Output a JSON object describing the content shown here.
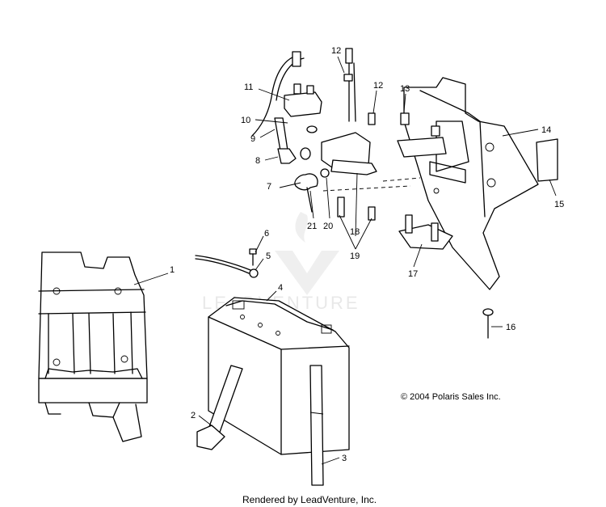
{
  "callouts": [
    "1",
    "2",
    "3",
    "4",
    "5",
    "6",
    "7",
    "8",
    "9",
    "10",
    "11",
    "12",
    "12",
    "13",
    "14",
    "15",
    "16",
    "17",
    "18",
    "19",
    "20",
    "21"
  ],
  "copyright": "© 2004 Polaris Sales Inc.",
  "footer": "Rendered by LeadVenture, Inc.",
  "watermark": "LEADVENTURE",
  "colors": {
    "line": "#000000",
    "watermark": "#d7d7d7",
    "background": "#ffffff"
  }
}
